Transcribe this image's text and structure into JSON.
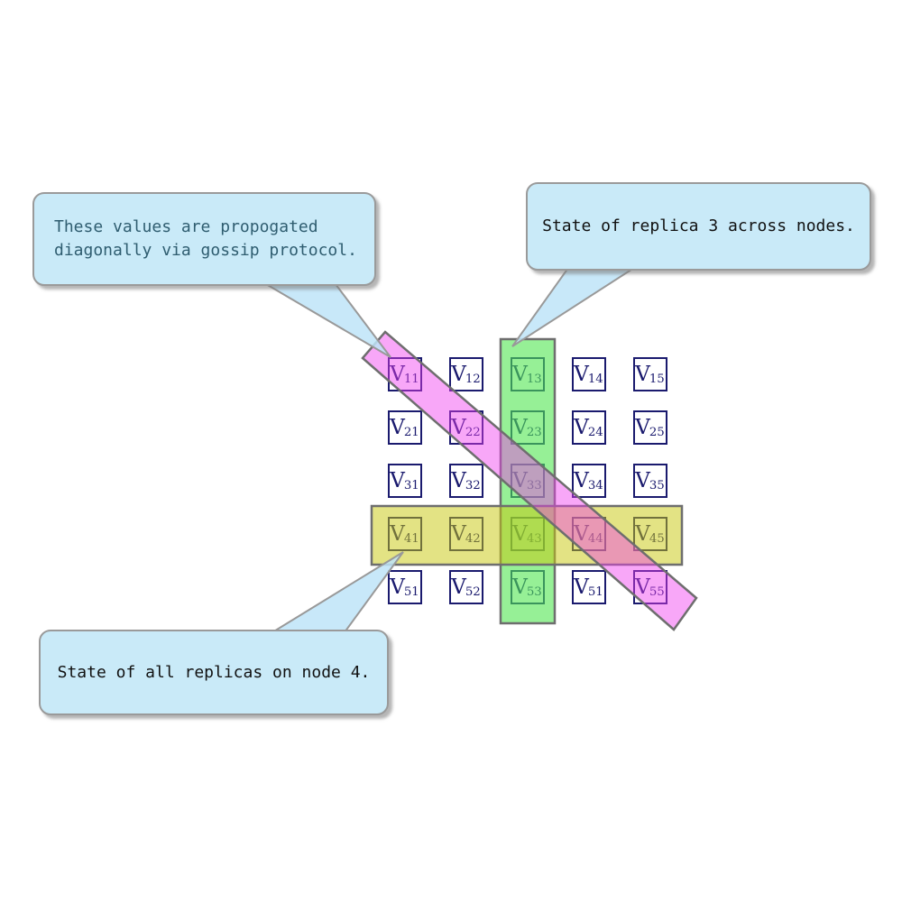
{
  "matrix": {
    "base": "V",
    "rows": [
      [
        "11",
        "12",
        "13",
        "14",
        "15"
      ],
      [
        "21",
        "22",
        "23",
        "24",
        "25"
      ],
      [
        "31",
        "32",
        "33",
        "34",
        "35"
      ],
      [
        "41",
        "42",
        "43",
        "44",
        "45"
      ],
      [
        "51",
        "52",
        "53",
        "51",
        "55"
      ]
    ],
    "cell_text_color": "#1a1a6e",
    "cell_border_color": "#1a1a6e"
  },
  "highlights": {
    "replica_column": {
      "meaning": "state of replica 3 across nodes",
      "fill": "rgb(80,230,80)",
      "fill_opacity": "0.6",
      "stroke": "#6e6e6e"
    },
    "node_row": {
      "meaning": "state of all replicas on node 4",
      "fill": "rgb(200,200,10)",
      "fill_opacity": "0.5",
      "stroke": "#6e6e6e"
    },
    "gossip_diagonal": {
      "meaning": "values propagated diagonally via gossip protocol",
      "fill": "rgb(240,60,240)",
      "fill_opacity": "0.45",
      "stroke": "#6e6e6e"
    }
  },
  "callouts": {
    "gossip": {
      "line1": "These values are propogated",
      "line2": "diagonally via gossip protocol.",
      "text_color": "#2f5d70",
      "bubble_fill": "#c9eaf8",
      "tail_fill": "rgb(190,228,248)",
      "tail_stroke": "#999999"
    },
    "replica3": {
      "text": "State of replica 3 across nodes.",
      "text_color": "#111111",
      "bubble_fill": "#c9eaf8",
      "tail_fill": "rgb(190,228,248)",
      "tail_stroke": "#999999"
    },
    "node4": {
      "text": "State of all replicas on node 4.",
      "text_color": "#111111",
      "bubble_fill": "#c9eaf8",
      "tail_fill": "rgb(190,228,248)",
      "tail_stroke": "#999999"
    }
  }
}
